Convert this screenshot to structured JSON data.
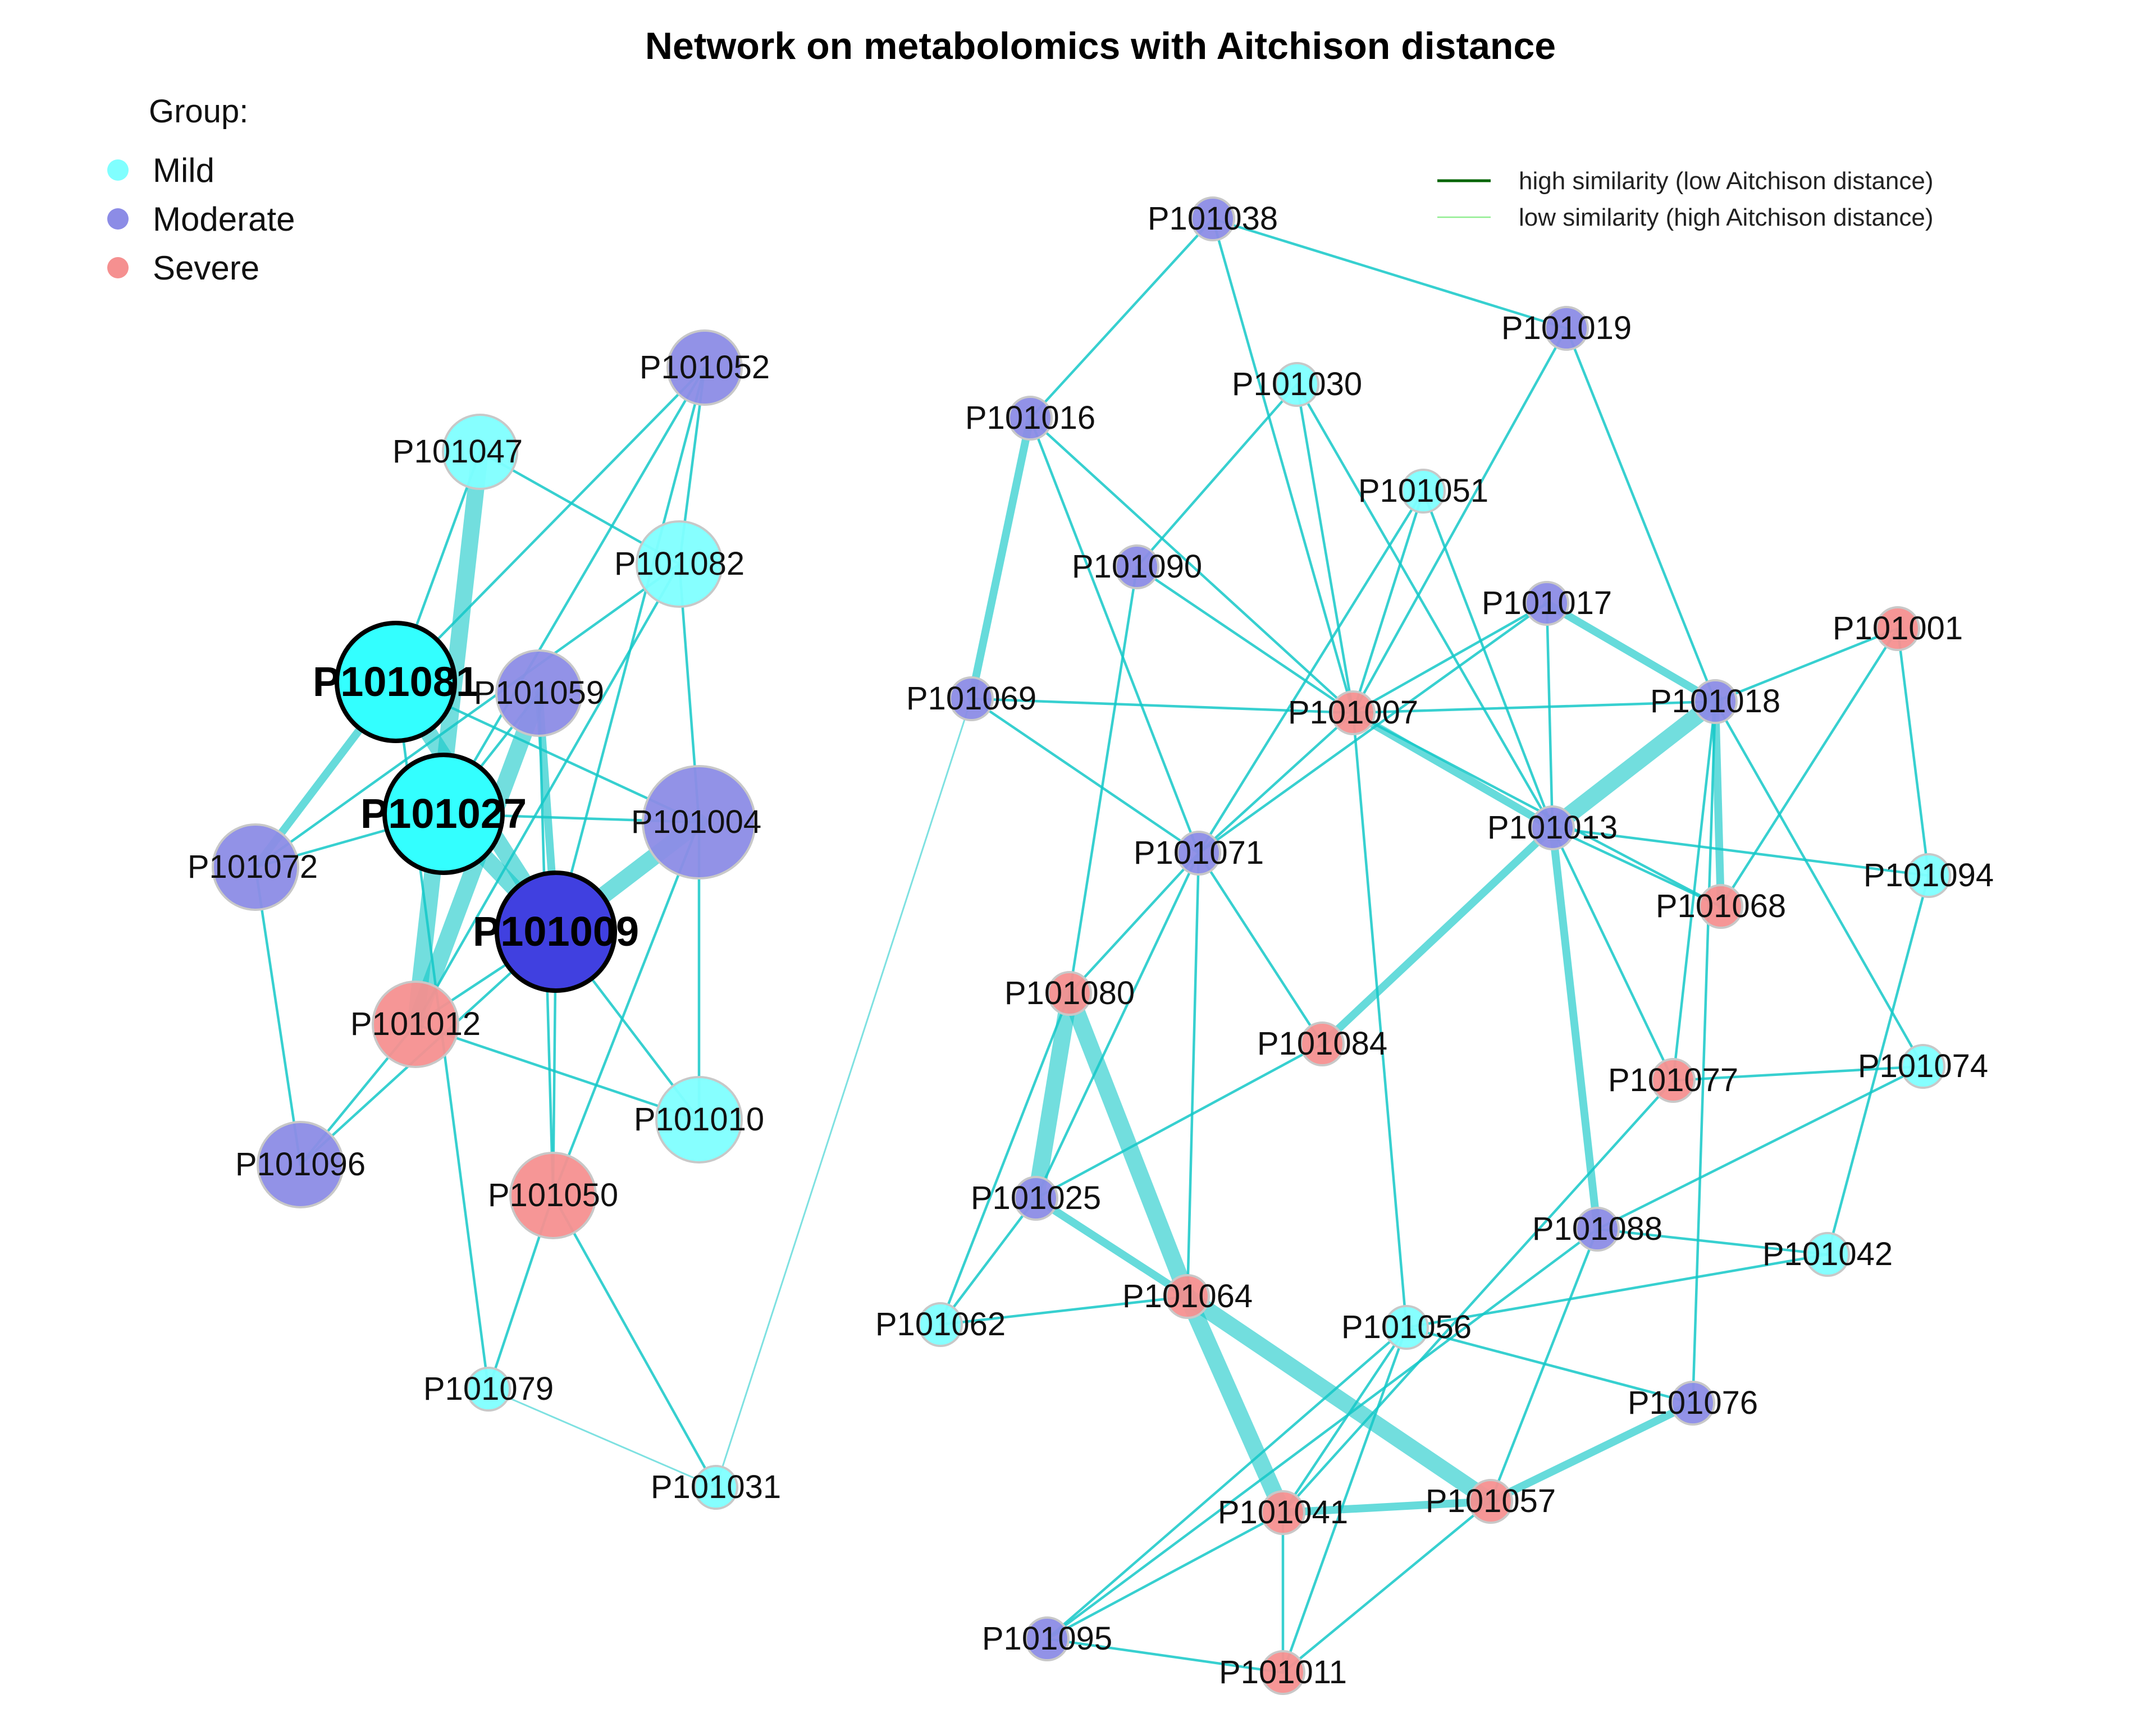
{
  "title": "Network on metabolomics with Aitchison distance",
  "legend": {
    "title": "Group:",
    "items": [
      {
        "label": "Mild",
        "group": "Mild"
      },
      {
        "label": "Moderate",
        "group": "Moderate"
      },
      {
        "label": "Severe",
        "group": "Severe"
      }
    ]
  },
  "edge_legend": {
    "items": [
      {
        "label": "high similarity (low Aitchison distance)",
        "color": "#006400"
      },
      {
        "label": "low similarity (high Aitchison distance)",
        "color": "#90EE90"
      }
    ]
  },
  "colors": {
    "Mild": "#80FFFF",
    "Moderate": "#8C8CE6",
    "Severe": "#F59090",
    "hub_Mild": "#33FFFF",
    "hub_Moderate": "#4040E0",
    "edge": "#14C8C8",
    "node_border": "#C8C8C8",
    "hub_border": "#000000"
  },
  "nodes": [
    {
      "id": "P101052",
      "group": "Moderate",
      "label": "P101052",
      "size": "medium",
      "highlight": false
    },
    {
      "id": "P101047",
      "group": "Mild",
      "label": "P101047",
      "size": "medium",
      "highlight": false
    },
    {
      "id": "P101082",
      "group": "Mild",
      "label": "P101082",
      "size": "large",
      "highlight": false
    },
    {
      "id": "P101081",
      "group": "Mild",
      "label": "P101081",
      "size": "hub",
      "highlight": true
    },
    {
      "id": "P101059",
      "group": "Moderate",
      "label": "P101059",
      "size": "large",
      "highlight": false
    },
    {
      "id": "P101027",
      "group": "Mild",
      "label": "P101027",
      "size": "hub",
      "highlight": true
    },
    {
      "id": "P101004",
      "group": "Moderate",
      "label": "P101004",
      "size": "xlarge",
      "highlight": false
    },
    {
      "id": "P101072",
      "group": "Moderate",
      "label": "P101072",
      "size": "large",
      "highlight": false
    },
    {
      "id": "P101009",
      "group": "Moderate",
      "label": "P101009",
      "size": "hub",
      "highlight": true
    },
    {
      "id": "P101012",
      "group": "Severe",
      "label": "P101012",
      "size": "large",
      "highlight": false
    },
    {
      "id": "P101010",
      "group": "Mild",
      "label": "P101010",
      "size": "large",
      "highlight": false
    },
    {
      "id": "P101096",
      "group": "Moderate",
      "label": "P101096",
      "size": "large",
      "highlight": false
    },
    {
      "id": "P101050",
      "group": "Severe",
      "label": "P101050",
      "size": "large",
      "highlight": false
    },
    {
      "id": "P101079",
      "group": "Mild",
      "label": "P101079",
      "size": "small",
      "highlight": false
    },
    {
      "id": "P101031",
      "group": "Mild",
      "label": "P101031",
      "size": "small",
      "highlight": false
    },
    {
      "id": "P101038",
      "group": "Moderate",
      "label": "P101038",
      "size": "small",
      "highlight": false
    },
    {
      "id": "P101019",
      "group": "Moderate",
      "label": "P101019",
      "size": "small",
      "highlight": false
    },
    {
      "id": "P101030",
      "group": "Mild",
      "label": "P101030",
      "size": "small",
      "highlight": false
    },
    {
      "id": "P101016",
      "group": "Moderate",
      "label": "P101016",
      "size": "small",
      "highlight": false
    },
    {
      "id": "P101051",
      "group": "Mild",
      "label": "P101051",
      "size": "small",
      "highlight": false
    },
    {
      "id": "P101090",
      "group": "Moderate",
      "label": "P101090",
      "size": "small",
      "highlight": false
    },
    {
      "id": "P101017",
      "group": "Moderate",
      "label": "P101017",
      "size": "small",
      "highlight": false
    },
    {
      "id": "P101001",
      "group": "Severe",
      "label": "P101001",
      "size": "small",
      "highlight": false
    },
    {
      "id": "P101069",
      "group": "Moderate",
      "label": "P101069",
      "size": "small",
      "highlight": false
    },
    {
      "id": "P101007",
      "group": "Severe",
      "label": "P101007",
      "size": "small",
      "highlight": false
    },
    {
      "id": "P101018",
      "group": "Moderate",
      "label": "P101018",
      "size": "small",
      "highlight": false
    },
    {
      "id": "P101013",
      "group": "Moderate",
      "label": "P101013",
      "size": "small",
      "highlight": false
    },
    {
      "id": "P101071",
      "group": "Moderate",
      "label": "P101071",
      "size": "small",
      "highlight": false
    },
    {
      "id": "P101094",
      "group": "Mild",
      "label": "P101094",
      "size": "small",
      "highlight": false
    },
    {
      "id": "P101068",
      "group": "Severe",
      "label": "P101068",
      "size": "small",
      "highlight": false
    },
    {
      "id": "P101080",
      "group": "Severe",
      "label": "P101080",
      "size": "small",
      "highlight": false
    },
    {
      "id": "P101084",
      "group": "Severe",
      "label": "P101084",
      "size": "small",
      "highlight": false
    },
    {
      "id": "P101077",
      "group": "Severe",
      "label": "P101077",
      "size": "small",
      "highlight": false
    },
    {
      "id": "P101074",
      "group": "Mild",
      "label": "P101074",
      "size": "small",
      "highlight": false
    },
    {
      "id": "P101025",
      "group": "Moderate",
      "label": "P101025",
      "size": "small",
      "highlight": false
    },
    {
      "id": "P101088",
      "group": "Moderate",
      "label": "P101088",
      "size": "small",
      "highlight": false
    },
    {
      "id": "P101042",
      "group": "Mild",
      "label": "P101042",
      "size": "small",
      "highlight": false
    },
    {
      "id": "P101064",
      "group": "Severe",
      "label": "P101064",
      "size": "small",
      "highlight": false
    },
    {
      "id": "P101062",
      "group": "Mild",
      "label": "P101062",
      "size": "small",
      "highlight": false
    },
    {
      "id": "P101056",
      "group": "Mild",
      "label": "P101056",
      "size": "small",
      "highlight": false
    },
    {
      "id": "P101076",
      "group": "Moderate",
      "label": "P101076",
      "size": "small",
      "highlight": false
    },
    {
      "id": "P101057",
      "group": "Severe",
      "label": "P101057",
      "size": "small",
      "highlight": false
    },
    {
      "id": "P101041",
      "group": "Severe",
      "label": "P101041",
      "size": "small",
      "highlight": false
    },
    {
      "id": "P101095",
      "group": "Moderate",
      "label": "P101095",
      "size": "small",
      "highlight": false
    },
    {
      "id": "P101011",
      "group": "Severe",
      "label": "P101011",
      "size": "small",
      "highlight": false
    }
  ],
  "edges": [
    {
      "source": "P101047",
      "target": "P101082",
      "similarity": "low"
    },
    {
      "source": "P101047",
      "target": "P101081",
      "similarity": "low"
    },
    {
      "source": "P101047",
      "target": "P101012",
      "similarity": "high"
    },
    {
      "source": "P101052",
      "target": "P101081",
      "similarity": "low"
    },
    {
      "source": "P101052",
      "target": "P101027",
      "similarity": "low"
    },
    {
      "source": "P101052",
      "target": "P101082",
      "similarity": "low"
    },
    {
      "source": "P101052",
      "target": "P101009",
      "similarity": "low"
    },
    {
      "source": "P101082",
      "target": "P101072",
      "similarity": "low"
    },
    {
      "source": "P101082",
      "target": "P101012",
      "similarity": "low"
    },
    {
      "source": "P101082",
      "target": "P101004",
      "similarity": "low"
    },
    {
      "source": "P101081",
      "target": "P101072",
      "similarity": "medium"
    },
    {
      "source": "P101081",
      "target": "P101009",
      "similarity": "high"
    },
    {
      "source": "P101081",
      "target": "P101004",
      "similarity": "low"
    },
    {
      "source": "P101081",
      "target": "P101079",
      "similarity": "low"
    },
    {
      "source": "P101059",
      "target": "P101027",
      "similarity": "low"
    },
    {
      "source": "P101059",
      "target": "P101012",
      "similarity": "high"
    },
    {
      "source": "P101059",
      "target": "P101009",
      "similarity": "medium"
    },
    {
      "source": "P101059",
      "target": "P101050",
      "similarity": "low"
    },
    {
      "source": "P101027",
      "target": "P101072",
      "similarity": "low"
    },
    {
      "source": "P101027",
      "target": "P101004",
      "similarity": "low"
    },
    {
      "source": "P101027",
      "target": "P101009",
      "similarity": "high"
    },
    {
      "source": "P101072",
      "target": "P101096",
      "similarity": "low"
    },
    {
      "source": "P101009",
      "target": "P101004",
      "similarity": "high"
    },
    {
      "source": "P101009",
      "target": "P101012",
      "similarity": "low"
    },
    {
      "source": "P101009",
      "target": "P101010",
      "similarity": "low"
    },
    {
      "source": "P101009",
      "target": "P101050",
      "similarity": "low"
    },
    {
      "source": "P101009",
      "target": "P101096",
      "similarity": "low"
    },
    {
      "source": "P101004",
      "target": "P101010",
      "similarity": "low"
    },
    {
      "source": "P101004",
      "target": "P101050",
      "similarity": "low"
    },
    {
      "source": "P101012",
      "target": "P101010",
      "similarity": "low"
    },
    {
      "source": "P101012",
      "target": "P101096",
      "similarity": "low"
    },
    {
      "source": "P101050",
      "target": "P101079",
      "similarity": "low"
    },
    {
      "source": "P101050",
      "target": "P101031",
      "similarity": "low"
    },
    {
      "source": "P101079",
      "target": "P101031",
      "similarity": "faint"
    },
    {
      "source": "P101031",
      "target": "P101069",
      "similarity": "faint"
    },
    {
      "source": "P101038",
      "target": "P101016",
      "similarity": "low"
    },
    {
      "source": "P101038",
      "target": "P101019",
      "similarity": "low"
    },
    {
      "source": "P101038",
      "target": "P101007",
      "similarity": "low"
    },
    {
      "source": "P101016",
      "target": "P101069",
      "similarity": "medium"
    },
    {
      "source": "P101016",
      "target": "P101007",
      "similarity": "low"
    },
    {
      "source": "P101016",
      "target": "P101071",
      "similarity": "low"
    },
    {
      "source": "P101030",
      "target": "P101090",
      "similarity": "low"
    },
    {
      "source": "P101030",
      "target": "P101007",
      "similarity": "low"
    },
    {
      "source": "P101030",
      "target": "P101013",
      "similarity": "low"
    },
    {
      "source": "P101019",
      "target": "P101018",
      "similarity": "low"
    },
    {
      "source": "P101019",
      "target": "P101007",
      "similarity": "low"
    },
    {
      "source": "P101051",
      "target": "P101007",
      "similarity": "low"
    },
    {
      "source": "P101051",
      "target": "P101071",
      "similarity": "low"
    },
    {
      "source": "P101051",
      "target": "P101013",
      "similarity": "low"
    },
    {
      "source": "P101090",
      "target": "P101007",
      "similarity": "low"
    },
    {
      "source": "P101090",
      "target": "P101080",
      "similarity": "low"
    },
    {
      "source": "P101069",
      "target": "P101007",
      "similarity": "low"
    },
    {
      "source": "P101069",
      "target": "P101071",
      "similarity": "low"
    },
    {
      "source": "P101007",
      "target": "P101018",
      "similarity": "low"
    },
    {
      "source": "P101007",
      "target": "P101013",
      "similarity": "medium"
    },
    {
      "source": "P101007",
      "target": "P101071",
      "similarity": "low"
    },
    {
      "source": "P101007",
      "target": "P101056",
      "similarity": "low"
    },
    {
      "source": "P101007",
      "target": "P101068",
      "similarity": "low"
    },
    {
      "source": "P101017",
      "target": "P101018",
      "similarity": "medium"
    },
    {
      "source": "P101017",
      "target": "P101007",
      "similarity": "low"
    },
    {
      "source": "P101017",
      "target": "P101013",
      "similarity": "low"
    },
    {
      "source": "P101017",
      "target": "P101071",
      "similarity": "low"
    },
    {
      "source": "P101018",
      "target": "P101013",
      "similarity": "high"
    },
    {
      "source": "P101018",
      "target": "P101001",
      "similarity": "low"
    },
    {
      "source": "P101018",
      "target": "P101068",
      "similarity": "medium"
    },
    {
      "source": "P101018",
      "target": "P101074",
      "similarity": "low"
    },
    {
      "source": "P101018",
      "target": "P101077",
      "similarity": "low"
    },
    {
      "source": "P101018",
      "target": "P101076",
      "similarity": "low"
    },
    {
      "source": "P101001",
      "target": "P101068",
      "similarity": "low"
    },
    {
      "source": "P101001",
      "target": "P101094",
      "similarity": "low"
    },
    {
      "source": "P101013",
      "target": "P101094",
      "similarity": "low"
    },
    {
      "source": "P101013",
      "target": "P101068",
      "similarity": "low"
    },
    {
      "source": "P101013",
      "target": "P101084",
      "similarity": "medium"
    },
    {
      "source": "P101013",
      "target": "P101077",
      "similarity": "low"
    },
    {
      "source": "P101013",
      "target": "P101088",
      "similarity": "medium"
    },
    {
      "source": "P101071",
      "target": "P101080",
      "similarity": "low"
    },
    {
      "source": "P101071",
      "target": "P101084",
      "similarity": "low"
    },
    {
      "source": "P101071",
      "target": "P101025",
      "similarity": "low"
    },
    {
      "source": "P101071",
      "target": "P101064",
      "similarity": "low"
    },
    {
      "source": "P101094",
      "target": "P101042",
      "similarity": "low"
    },
    {
      "source": "P101080",
      "target": "P101025",
      "similarity": "high"
    },
    {
      "source": "P101080",
      "target": "P101064",
      "similarity": "high"
    },
    {
      "source": "P101080",
      "target": "P101062",
      "similarity": "low"
    },
    {
      "source": "P101084",
      "target": "P101025",
      "similarity": "low"
    },
    {
      "source": "P101077",
      "target": "P101074",
      "similarity": "low"
    },
    {
      "source": "P101077",
      "target": "P101041",
      "similarity": "low"
    },
    {
      "source": "P101074",
      "target": "P101088",
      "similarity": "low"
    },
    {
      "source": "P101025",
      "target": "P101064",
      "similarity": "medium"
    },
    {
      "source": "P101025",
      "target": "P101062",
      "similarity": "low"
    },
    {
      "source": "P101088",
      "target": "P101042",
      "similarity": "low"
    },
    {
      "source": "P101088",
      "target": "P101057",
      "similarity": "low"
    },
    {
      "source": "P101088",
      "target": "P101095",
      "similarity": "low"
    },
    {
      "source": "P101042",
      "target": "P101056",
      "similarity": "low"
    },
    {
      "source": "P101064",
      "target": "P101062",
      "similarity": "low"
    },
    {
      "source": "P101064",
      "target": "P101041",
      "similarity": "high"
    },
    {
      "source": "P101064",
      "target": "P101057",
      "similarity": "high"
    },
    {
      "source": "P101056",
      "target": "P101076",
      "similarity": "low"
    },
    {
      "source": "P101056",
      "target": "P101041",
      "similarity": "low"
    },
    {
      "source": "P101056",
      "target": "P101011",
      "similarity": "low"
    },
    {
      "source": "P101056",
      "target": "P101095",
      "similarity": "low"
    },
    {
      "source": "P101076",
      "target": "P101057",
      "similarity": "medium"
    },
    {
      "source": "P101057",
      "target": "P101041",
      "similarity": "medium"
    },
    {
      "source": "P101057",
      "target": "P101011",
      "similarity": "low"
    },
    {
      "source": "P101041",
      "target": "P101011",
      "similarity": "low"
    },
    {
      "source": "P101041",
      "target": "P101095",
      "similarity": "low"
    },
    {
      "source": "P101095",
      "target": "P101011",
      "similarity": "low"
    }
  ]
}
